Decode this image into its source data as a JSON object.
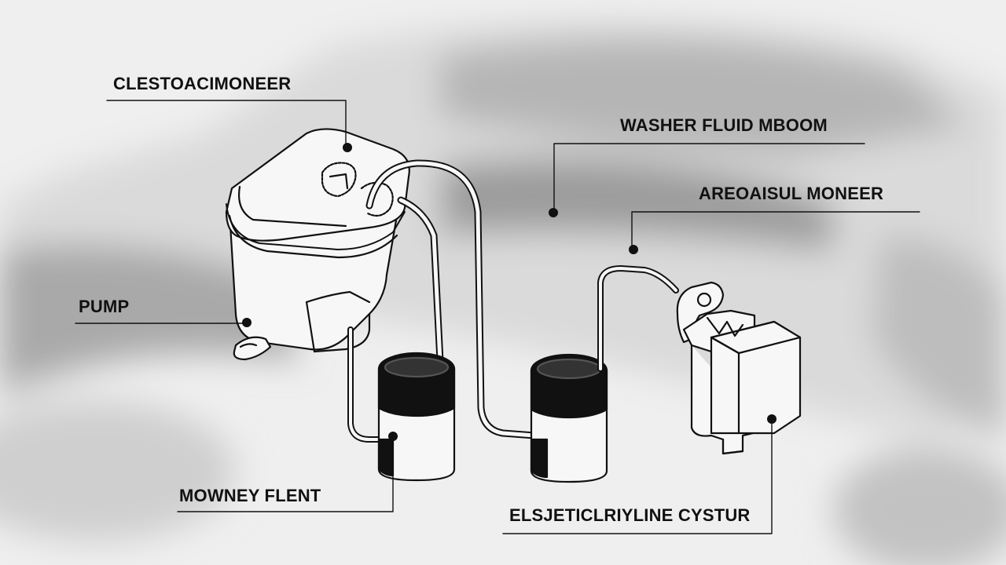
{
  "labels": {
    "top_left": "CLESTOACIMONEER",
    "washer_fluid": "WASHER FLUID MBOOM",
    "aref": "AREOAISUL MONEER",
    "pump": "PUMP",
    "mowney": "MOWNEY FLENT",
    "electrical": "ELSJETICLRIYLINE CYSTUR"
  },
  "colors": {
    "ink": "#111111",
    "background": "#efefef",
    "car_shadow": "#b4b4b4"
  }
}
